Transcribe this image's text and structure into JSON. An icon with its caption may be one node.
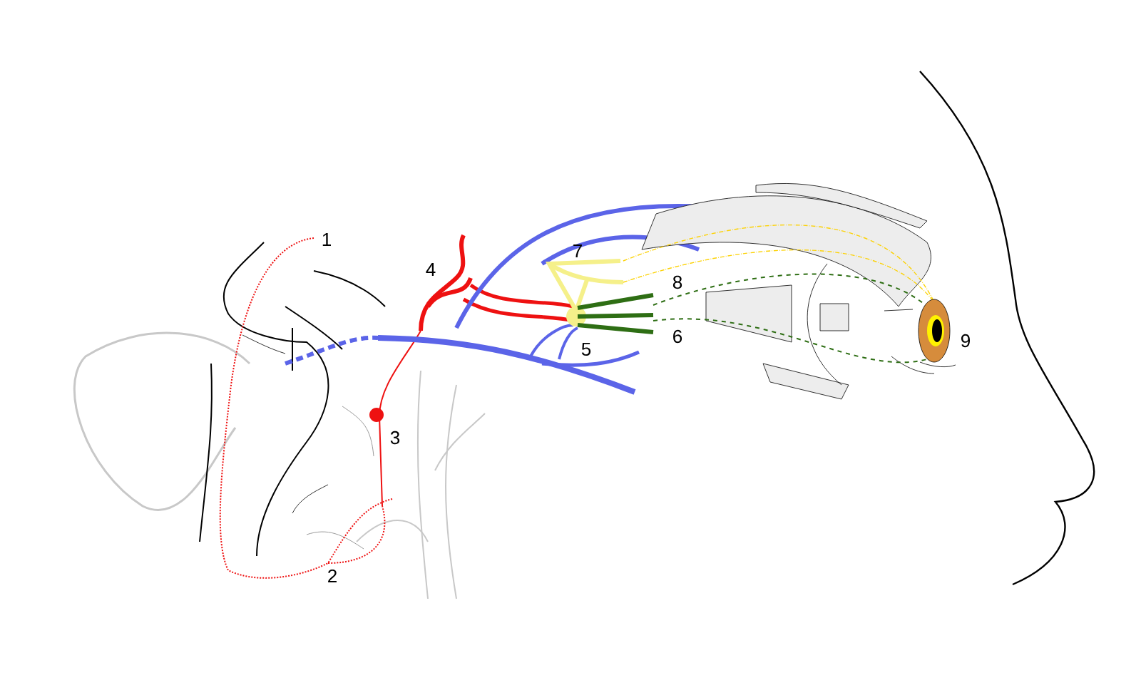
{
  "diagram": {
    "labels": [
      "1",
      "7",
      "4",
      "8",
      "6",
      "9",
      "5",
      "3",
      "2"
    ]
  }
}
